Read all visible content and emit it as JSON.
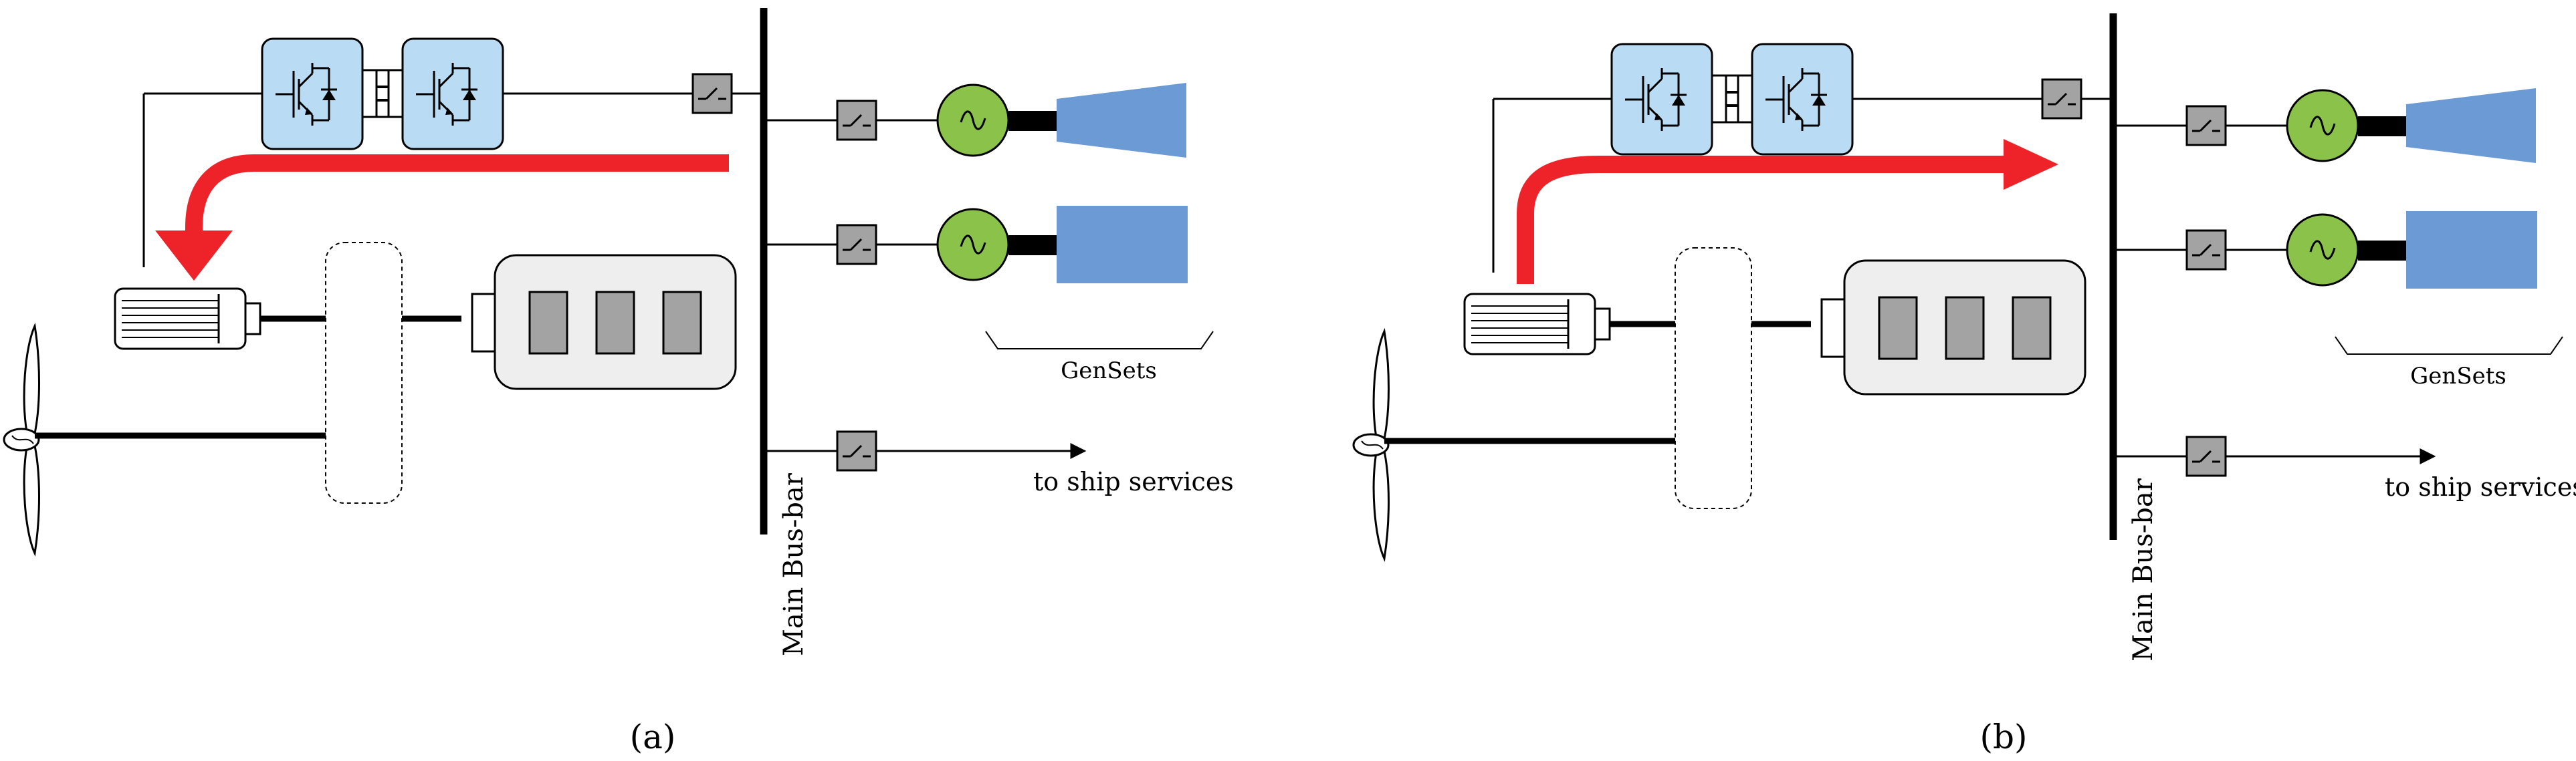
{
  "panel_a": {
    "caption": "(a)",
    "busbar_label": "Main Bus-bar",
    "gensets_label": "GenSets",
    "services_label": "to ship services"
  },
  "panel_b": {
    "caption": "(b)",
    "busbar_label": "Main Bus-bar",
    "gensets_label": "GenSets",
    "services_label": "to ship services"
  },
  "colors": {
    "converter_fill": "#b9dcf4",
    "generator_fill": "#8bc34a",
    "prime_mover_fill": "#6b9ad4",
    "power_flow_arrow": "#ee2329",
    "breaker_fill": "#a3a3a3",
    "engine_fill": "#eeeeee",
    "cylinder_fill": "#a3a3a3"
  },
  "icons": {
    "converter": "igbt-diode-icon",
    "generator": "ac-sine-icon",
    "breaker": "switch-icon",
    "propeller": "propeller-icon"
  }
}
